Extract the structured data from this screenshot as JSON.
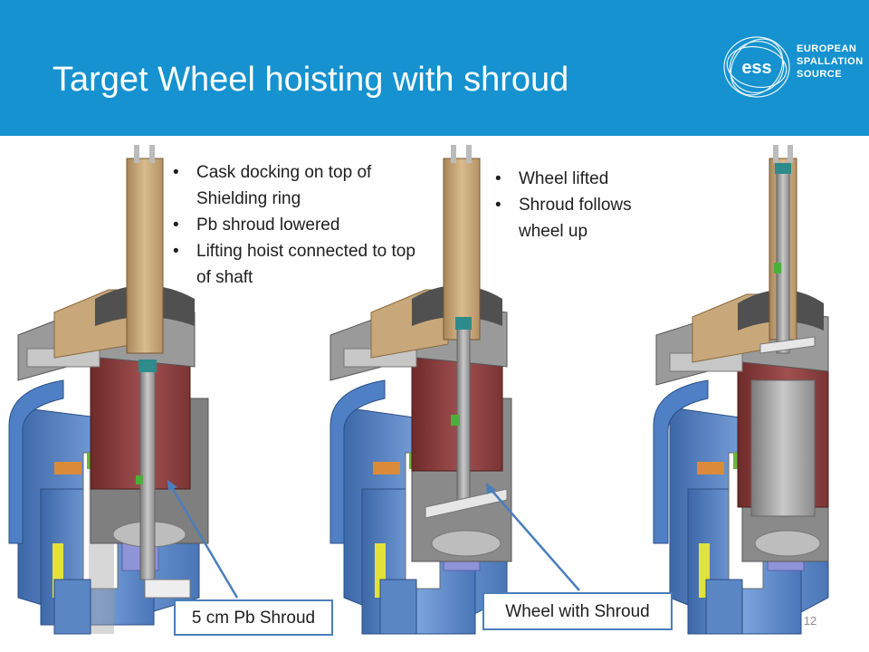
{
  "slide": {
    "title": "Target Wheel hoisting with shroud",
    "page_number": "12"
  },
  "logo": {
    "mark": "ess",
    "lines": [
      "EUROPEAN",
      "SPALLATION",
      "SOURCE"
    ]
  },
  "panels": [
    {
      "bullets": [
        "Cask docking on top of Shielding ring",
        "Pb shroud lowered",
        "Lifting hoist connected to top of shaft"
      ],
      "callout": "5 cm Pb Shroud"
    },
    {
      "bullets": [
        "Wheel lifted",
        "Shroud follows wheel up"
      ],
      "callout": "Wheel with Shroud"
    },
    {
      "bullets": [],
      "callout": ""
    }
  ],
  "colors": {
    "header": "#1592cf",
    "callout_border": "#4a7ebb",
    "shaft_tan": "#c8a87a",
    "cask_red": "#8b3a3a",
    "vessel_blue": "#5b86c4",
    "lavender": "#8f93d8",
    "green": "#4caf3c",
    "teal": "#2e8b8b"
  }
}
